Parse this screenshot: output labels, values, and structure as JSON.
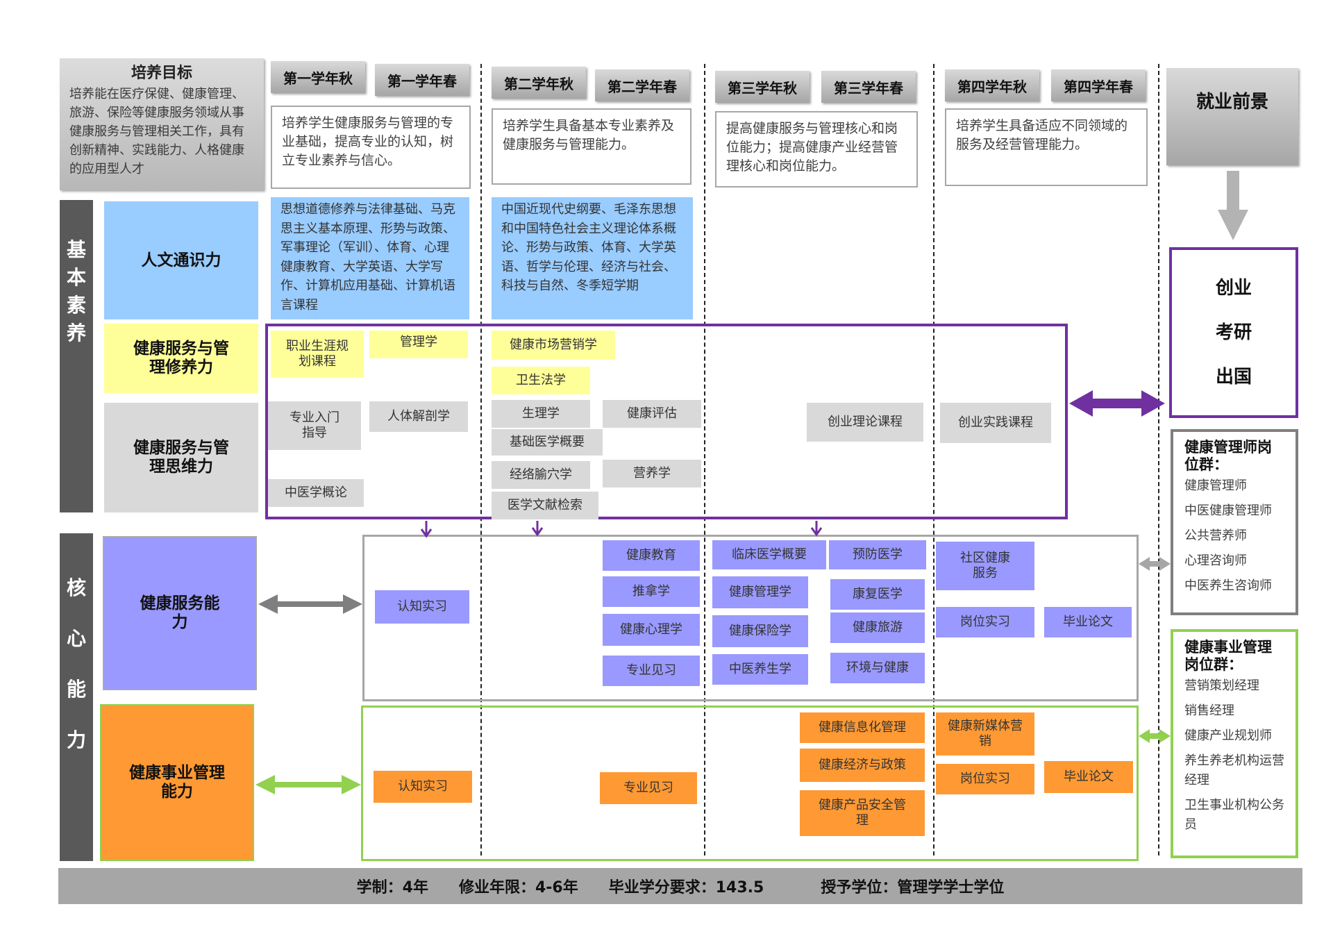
{
  "goal": {
    "title": "培养目标",
    "text": "培养能在医疗保健、健康管理、旅游、保险等健康服务领域从事健康服务与管理相关工作，具有创新精神、实践能力、人格健康的应用型人才"
  },
  "semesters": [
    "第一学年秋",
    "第一学年春",
    "第二学年秋",
    "第二学年春",
    "第三学年秋",
    "第三学年春",
    "第四学年秋",
    "第四学年春"
  ],
  "year_objectives": [
    "培养学生健康服务与管理的专业基础，提高专业的认知，树立专业素养与信心。",
    "培养学生具备基本专业素养及健康服务与管理能力。",
    "提高健康服务与管理核心和岗位能力；提高健康产业经营管理核心和岗位能力。",
    "培养学生具备适应不同领域的服务及经营管理能力。"
  ],
  "sidebar": {
    "basic": [
      "基",
      "本",
      "素",
      "养"
    ],
    "core": [
      "核",
      "心",
      "能",
      "力"
    ]
  },
  "categories": {
    "humanities": "人文通识力",
    "hsm_literacy": "健康服务与管理修养力",
    "hsm_thinking": "健康服务与管理思维力",
    "health_service": "健康服务能力",
    "health_mgmt": "健康事业管理能力"
  },
  "humanities_courses": {
    "year1": "思想道德修养与法律基础、马克思主义基本原理、形势与政策、军事理论（军训）、体育、心理健康教育、大学英语、大学写作、计算机应用基础、计算机语言课程",
    "year2": "中国近现代史纲要、毛泽东思想和中国特色社会主义理论体系概论、形势与政策、体育、大学英语、哲学与伦理、经济与社会、科技与自然、冬季短学期"
  },
  "courses": {
    "career": "职业生涯规划课程",
    "management": "管理学",
    "marketing": "健康市场营销学",
    "health_law": "卫生法学",
    "intro": "专业入门指导",
    "anatomy": "人体解剖学",
    "physiology": "生理学",
    "assessment": "健康评估",
    "basic_medicine": "基础医学概要",
    "tcm_intro": "中医学概论",
    "meridian": "经络腧穴学",
    "nutrition": "营养学",
    "literature": "医学文献检索",
    "startup_theory": "创业理论课程",
    "startup_practice": "创业实践课程",
    "cognition_1": "认知实习",
    "health_edu": "健康教育",
    "tuina": "推拿学",
    "health_psych": "健康心理学",
    "observation_1": "专业见习",
    "clinical": "临床医学概要",
    "preventive": "预防医学",
    "health_mgmt_course": "健康管理学",
    "rehab": "康复医学",
    "insurance": "健康保险学",
    "tourism": "健康旅游",
    "tcm_health": "中医养生学",
    "environment": "环境与健康",
    "community": "社区健康服务",
    "internship_1": "岗位实习",
    "thesis_1": "毕业论文",
    "cognition_2": "认知实习",
    "observation_2": "专业见习",
    "informatization": "健康信息化管理",
    "economics": "健康经济与政策",
    "product_safety": "健康产品安全管理",
    "new_media": "健康新媒体营销",
    "internship_2": "岗位实习",
    "thesis_2": "毕业论文"
  },
  "career": {
    "title": "就业前景",
    "options": [
      "创业",
      "考研",
      "出国"
    ],
    "group1": {
      "title": "健康管理师岗位群：",
      "items": [
        "健康管理师",
        "中医健康管理师",
        "公共营养师",
        "心理咨询师",
        "中医养生咨询师"
      ]
    },
    "group2": {
      "title": "健康事业管理岗位群：",
      "items": [
        "营销策划经理",
        "销售经理",
        "健康产业规划师",
        "养生养老机构运营经理",
        "卫生事业机构公务员"
      ]
    }
  },
  "footer": [
    "学制：4年",
    "修业年限：4-6年",
    "毕业学分要求：143.5",
    "授予学位：管理学学士学位"
  ],
  "colors": {
    "blue": "#99ccff",
    "yellow": "#ffff99",
    "gray": "#d9d9d9",
    "purple": "#9999ff",
    "orange": "#ff9933",
    "frame_purple": "#7030a0",
    "frame_green": "#92d050",
    "frame_gray": "#a6a6a6",
    "sidebar": "#595959"
  }
}
